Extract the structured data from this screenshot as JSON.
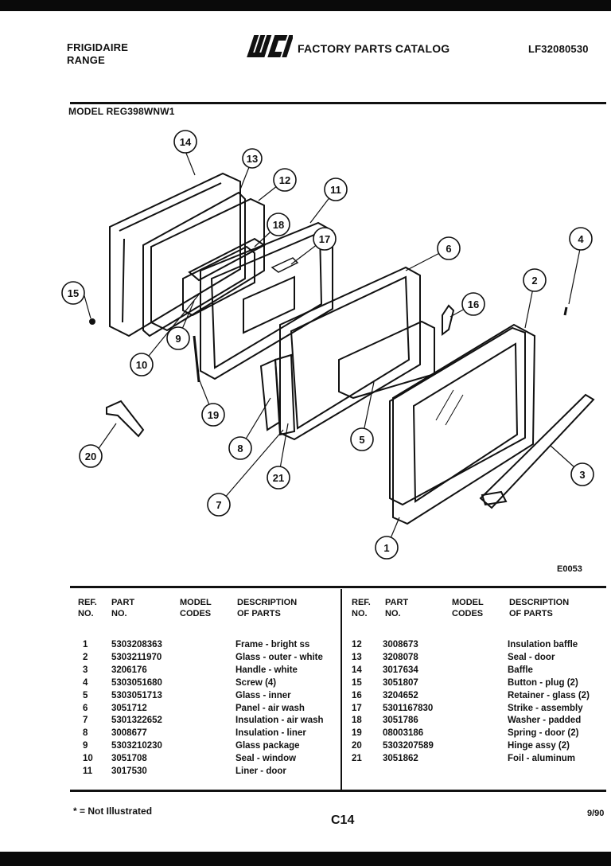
{
  "header": {
    "brand_line1": "FRIGIDAIRE",
    "brand_line2": "RANGE",
    "logo_text": "WCI",
    "catalog_title": "FACTORY PARTS CATALOG",
    "doc_number": "LF32080530",
    "model": "MODEL REG398WNW1"
  },
  "diagram": {
    "code": "E0053",
    "callouts": [
      "1",
      "2",
      "3",
      "4",
      "5",
      "6",
      "7",
      "8",
      "9",
      "10",
      "11",
      "12",
      "13",
      "14",
      "15",
      "16",
      "17",
      "18",
      "19",
      "20",
      "21"
    ]
  },
  "table": {
    "headers": {
      "ref": [
        "REF.",
        "NO."
      ],
      "part": [
        "PART",
        "NO."
      ],
      "model": [
        "MODEL",
        "CODES"
      ],
      "desc": [
        "DESCRIPTION",
        "OF PARTS"
      ]
    },
    "left_rows": [
      {
        "ref": "1",
        "part": "5303208363",
        "desc": "Frame - bright ss"
      },
      {
        "ref": "2",
        "part": "5303211970",
        "desc": "Glass - outer - white"
      },
      {
        "ref": "3",
        "part": "3206176",
        "desc": "Handle - white"
      },
      {
        "ref": "4",
        "part": "5303051680",
        "desc": "Screw (4)"
      },
      {
        "ref": "5",
        "part": "5303051713",
        "desc": "Glass - inner"
      },
      {
        "ref": "6",
        "part": "3051712",
        "desc": "Panel - air wash"
      },
      {
        "ref": "7",
        "part": "5301322652",
        "desc": "Insulation - air wash"
      },
      {
        "ref": "8",
        "part": "3008677",
        "desc": "Insulation - liner"
      },
      {
        "ref": "9",
        "part": "5303210230",
        "desc": "Glass package"
      },
      {
        "ref": "10",
        "part": "3051708",
        "desc": "Seal - window"
      },
      {
        "ref": "11",
        "part": "3017530",
        "desc": "Liner - door"
      }
    ],
    "right_rows": [
      {
        "ref": "12",
        "part": "3008673",
        "desc": "Insulation baffle"
      },
      {
        "ref": "13",
        "part": "3208078",
        "desc": "Seal - door"
      },
      {
        "ref": "14",
        "part": "3017634",
        "desc": "Baffle"
      },
      {
        "ref": "15",
        "part": "3051807",
        "desc": "Button - plug (2)"
      },
      {
        "ref": "16",
        "part": "3204652",
        "desc": "Retainer - glass (2)"
      },
      {
        "ref": "17",
        "part": "5301167830",
        "desc": "Strike - assembly"
      },
      {
        "ref": "18",
        "part": "3051786",
        "desc": "Washer - padded"
      },
      {
        "ref": "19",
        "part": "08003186",
        "desc": "Spring - door (2)"
      },
      {
        "ref": "20",
        "part": "5303207589",
        "desc": "Hinge assy (2)"
      },
      {
        "ref": "21",
        "part": "3051862",
        "desc": "Foil - aluminum"
      }
    ]
  },
  "footer": {
    "note": "* = Not Illustrated",
    "page_code": "C14",
    "date": "9/90"
  }
}
